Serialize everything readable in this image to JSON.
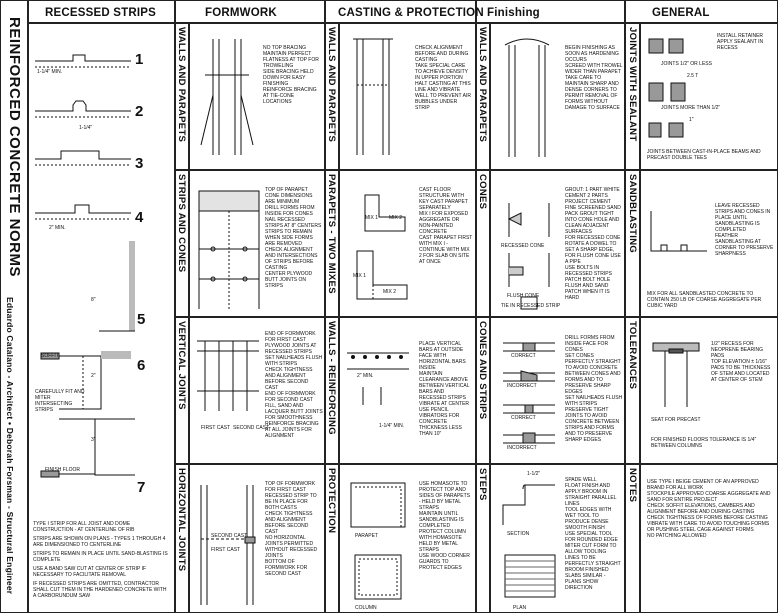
{
  "sheet": {
    "title": "REINFORCED CONCRETE NORMS",
    "authors": "Eduardo Catalano - Architect • Deborah Forsman - Structural Engineer"
  },
  "headers": [
    "RECESSED STRIPS",
    "FORMWORK",
    "CASTING & PROTECTION",
    "Finishing",
    "GENERAL"
  ],
  "rows": [
    "WALLS AND PARAPETS",
    "STRIPS AND CONES",
    "VERTICAL JOINTS",
    "HORIZONTAL JOINTS"
  ],
  "recessed": {
    "numbers": [
      "1",
      "2",
      "3",
      "4",
      "5",
      "6",
      "7"
    ],
    "labels": {
      "d1": "1-1/4\" MIN.",
      "d2": "1-1/4\"",
      "d4": "2\" MIN.",
      "soffit": "SOFFIT",
      "careful": "CAREFULLY FIT AND MITER INTERSECTING STRIPS",
      "finish_floor": "FINISH FLOOR",
      "dim8": "8\"",
      "dim2": "2\"",
      "dim3": "3\""
    },
    "notes": [
      "TYPE I STRIP FOR ALL JOIST AND DOME CONSTRUCTION - AT CENTERLINE OF RIB",
      "STRIPS ARE SHOWN ON PLANS - TYPES 1 THROUGH 4 ARE DIMENSIONED TO CENTERLINE",
      "STRIPS TO REMAIN IN PLACE UNTIL SAND-BLASTING IS COMPLETE",
      "USE A BAND SAW CUT AT CENTER OF STRIP IF NECESSARY TO FACILITATE REMOVAL",
      "IF RECESSED STRIPS ARE OMITTED, CONTRACTOR SHALL CUT THEM IN THE HARDENED CONCRETE WITH A CARBORUNDUM SAW"
    ]
  },
  "formwork": {
    "r1": "NO TOP BRACING\nMAINTAIN PERFECT FLATNESS AT TOP FOR TROWELING\nSIDE BRACING HELD DOWN FOR EASY FINISHING\nREINFORCE BRACING AT TIE-CONE LOCATIONS",
    "r2": "TOP OF PARAPET\nCONE DIMENSIONS ARE MINIMUM\nDRILL FORMS FROM INSIDE FOR CONES\nNAIL RECESSED STRIPS AT 8\" CENTERS\nSTRIPS TO REMAIN WHEN SIDE FORMS ARE REMOVED\nCHECK ALIGNMENT AND INTERSECTIONS OF STRIPS BEFORE CASTING\nCENTER PLYWOOD BUTT JOINTS ON STRIPS",
    "r3": "END OF FORMWORK FOR FIRST CAST\nPLYWOOD JOINTS AT RECESSED STRIPS\nSET NAILHEADS FLUSH WITH STRIPS\nCHECK TIGHTNESS AND ALIGNMENT BEFORE SECOND CAST\nEND OF FORMWORK FOR SECOND CAST\nFILL, SAND AND LACQUER BUTT JOINTS FOR SMOOTHNESS\nREINFORCE BRACING AT ALL JOINTS FOR ALIGNMENT",
    "r3_first": "FIRST CAST",
    "r3_second": "SECOND CAST",
    "r4": "TOP OF FORMWORK FOR FIRST CAST\nRECESSED STRIP TO BE IN PLACE FOR BOTH CASTS\nCHECK TIGHTNESS AND ALIGNMENT BEFORE SECOND CAST\nNO HORIZONTAL JOINTS PERMITTED WITHOUT RECESSED JOINTS\nBOTTOM OF FORMWORK FOR SECOND CAST",
    "r4_second": "SECOND CAST",
    "r4_first": "FIRST CAST"
  },
  "casting": {
    "r1": "CHECK ALIGNMENT BEFORE AND DURING CASTING\nTAKE SPECIAL CARE TO ACHIEVE DENSITY IN UPPER PORTION\nHALT CASTING AT THIS LINE AND VIBRATE WELL TO PREVENT AIR BUBBLES UNDER STRIP",
    "r2_side": "PARAPETS - TWO MIXES",
    "r2": "CAST FLOOR STRUCTURE WITH KEY CAST PARAPET SEPARATELY\nMIX I FOR EXPOSED AGGREGATE OR NON-PAINTED CONCRETE\nCAST PARAPET FIRST WITH MIX I - CONTINUE WITH MIX 2 FOR SLAB ON SITE AT ONCE",
    "mix1": "MIX 1",
    "mix2": "MIX 2",
    "r3_side": "WALLS - REINFORCING",
    "r3": "PLACE VERTICAL BARS AT OUTSIDE FACE WITH HORIZONTAL BARS INSIDE\nMAINTAIN CLEARANCE ABOVE BETWEEN VERTICAL BARS AND RECESSED STRIPS\nVIBRATE AT CENTER\nUSE PENCIL VIBRATORS FOR CONCRETE THICKNESS LESS THAN 10\"",
    "r3_dim1": "2\" MIN.",
    "r3_dim2": "1-1/4\" MIN.",
    "r4_side": "PROTECTION",
    "r4": "USE HOMASOTE TO PROTECT TOP AND SIDES OF PARAPETS - HELD BY METAL STRAPS\nMAINTAIN UNTIL SANDBLASTING IS COMPLETED\nPROTECT COLUMN WITH HOMASOTE HELD BY METAL STRAPS\nUSE WOOD CORNER GUARDS TO PROTECT EDGES",
    "parapet": "PARAPET",
    "column": "COLUMN"
  },
  "finishing": {
    "r1": "BEGIN FINISHING AS SOON AS HARDENING OCCURS\nSCREED WITH TROWEL WIDER THAN PARAPET\nTAKE CARE TO MAINTAIN SHARP AND DENSE CORNERS TO PERMIT REMOVAL OF FORMS WITHOUT DAMAGE TO SURFACE",
    "r2_side": "CONES",
    "r2": "GROUT: 1 PART WHITE CEMENT 2 PARTS PROJECT CEMENT\nFINE SCREENED SAND\nPACK GROUT TIGHT INTO CONE HOLE AND CLEAN ADJACENT SURFACES\nFOR RECESSED CONE ROTATE A DOWEL TO SET A SHARP EDGE, FOR FLUSH CONE USE A PIPE\nUSE BOLTS IN RECESSED STRIPS\nPATCH BOLT HOLE FLUSH AND SAND PATCH WHEN IT IS HARD",
    "recessed_cone": "RECESSED CONE",
    "flush_cone": "FLUSH CONE",
    "tie_strip": "TIE IN RECESSED STRIP",
    "r3_side": "CONES AND STRIPS",
    "r3": "DRILL FORMS FROM INSIDE FACE FOR CONES\nSET CONES PERFECTLY STRAIGHT TO AVOID CONCRETE BETWEEN CONES AND FORMS AND TO PRESERVE SHARP EDGES\nSET NAILHEADS FLUSH WITH STRIPS\nPRESERVE TIGHT JOINTS TO AVOID CONCRETE BETWEEN STRIPS AND FORMS AND TO PRESERVE SHARP EDGES",
    "correct": "CORRECT",
    "incorrect": "INCORRECT",
    "r4_side": "STEPS",
    "r4": "SPADE WELL\nFLOAT FINISH AND APPLY BROOM IN STRAIGHT PARALLEL LINES\nTOOL EDGES WITH WET TOOL TO PRODUCE DENSE SMOOTH FINISH\nUSE SPECIAL TOOL FOR ROUNDED EDGE\nMITER CUT FORM TO ALLOW TOOLING\nLINES TO BE PERFECTLY STRAIGHT\nBROOM FINISHED SLABS SIMILAR - PLANS SHOW DIRECTION",
    "dim": "1-1/2\"",
    "section": "SECTION",
    "plan": "PLAN"
  },
  "general": {
    "r1_side": "JOINTS WITH SEALANT",
    "r1": "INSTALL RETAINER\nAPPLY SEALANT IN RECESS",
    "r1_a": "JOINTS 1/2\" OR LESS",
    "r1_b": "JOINTS MORE THAN 1/2\"",
    "r1_c": "JOINTS BETWEEN CAST-IN-PLACE BEAMS AND PRECAST DOUBLE TEES",
    "r1_dim": "2.5 T",
    "r1_dim2": "1\"",
    "r2_side": "SANDBLASTING",
    "r2": "LEAVE RECESSED STRIPS AND CONES IN PLACE UNTIL SANDBLASTING IS COMPLETED\nFEATHER SANDBLASTING AT CORNER TO PRESERVE SHARPNESS",
    "r2_b": "MIX FOR ALL SANDBLASTED CONCRETE TO CONTAIN 250 LB OF COARSE AGGREGATE PER CUBIC YARD",
    "r3_side": "TOLERANCES",
    "r3": "1/2\" RECESS FOR NEOPRENE BEARING PADS\nTOP ELEVATION ± 1/16\"\nPADS TO BE THICKNESS OF STEM AND LOCATED AT CENTER OF STEM",
    "r3_b": "SEAT FOR PRECAST",
    "r3_c": "FOR FINISHED FLOORS TOLERANCE IS 1/4\" BETWEEN COLUMNS",
    "r4_side": "NOTES",
    "r4": "USE TYPE I BEIGE CEMENT OF AN APPROVED BRAND FOR ALL WORK\nSTOCKPILE APPROVED COARSE AGGREGATE AND SAND FOR ENTIRE PROJECT\nCHECK SOFFIT ELEVATIONS, CAMBERS AND ALIGNMENT BEFORE AND DURING CASTING\nCHECK TIGHTNESS OF FORMS BEFORE CASTING\nVIBRATE WITH CARE TO AVOID TOUCHING FORMS OR PUSHING STEEL CAGE AGAINST FORMS\nNO PATCHING ALLOWED"
  }
}
